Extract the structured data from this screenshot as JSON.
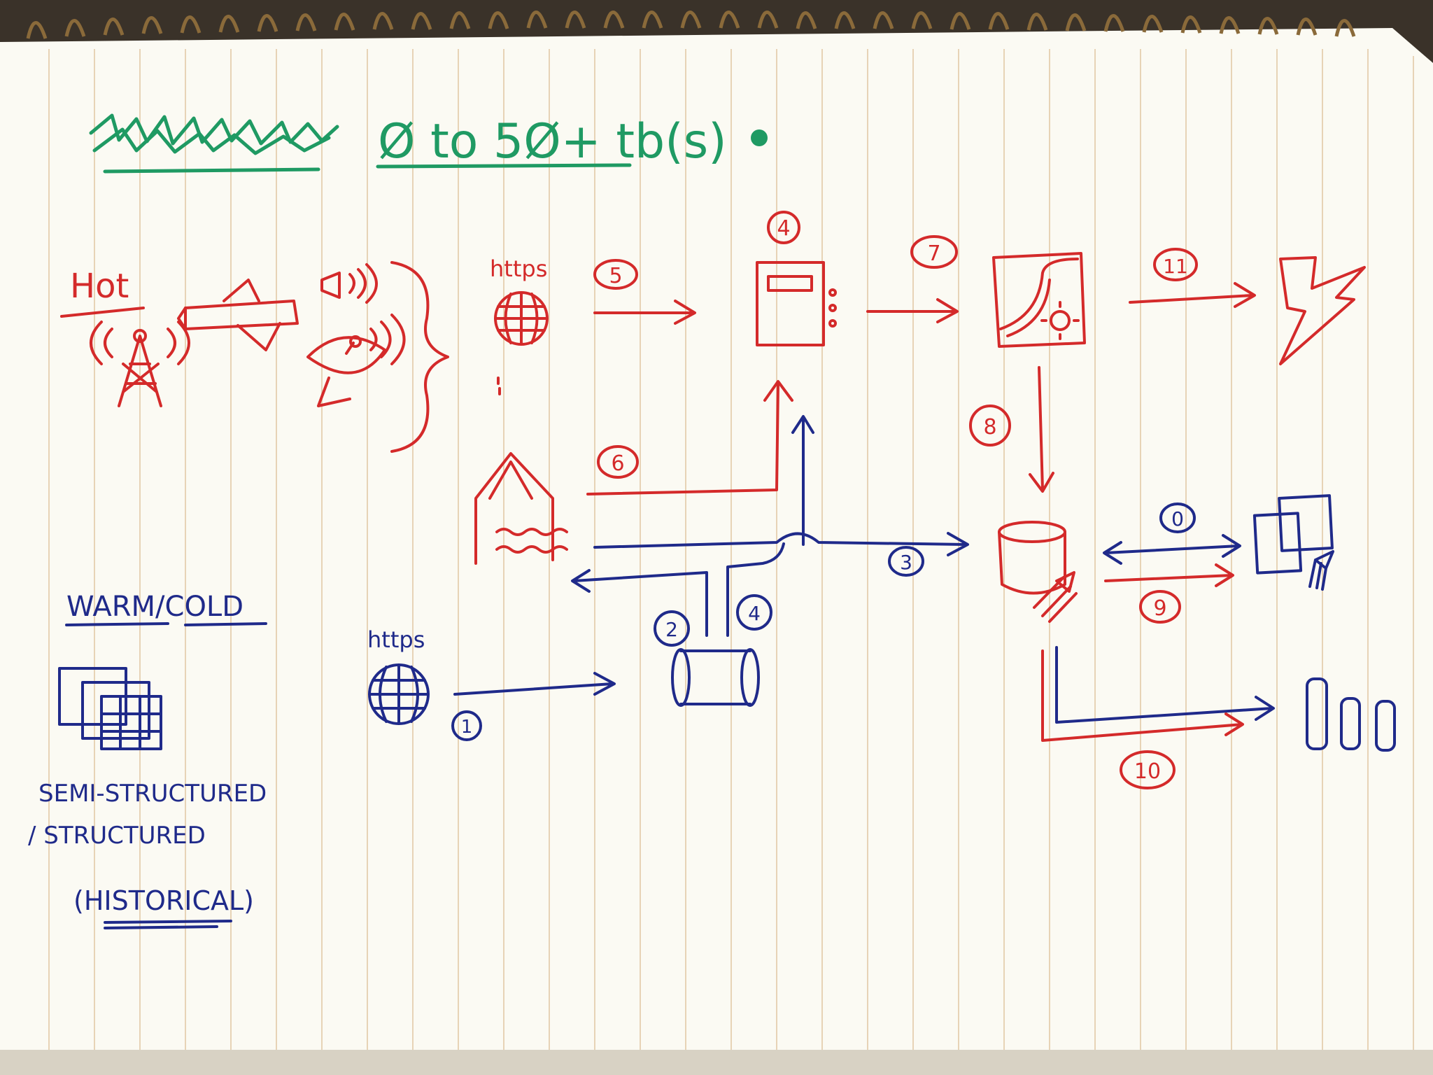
{
  "title": {
    "main": "Ø to 5Ø+ tb(s)"
  },
  "labels": {
    "hot": "Hot",
    "https_top": "https",
    "https_bottom": "https",
    "warm_cold": "WARM/COLD",
    "semi_structured": "SEMI-STRUCTURED",
    "structured": "/ STRUCTURED",
    "historical": "(HISTORICAL)"
  },
  "steps": {
    "s1": "1",
    "s2": "2",
    "s3": "3",
    "s4a": "4",
    "s4b": "4",
    "s5": "5",
    "s6": "6",
    "s7": "7",
    "s8": "8",
    "s9": "9",
    "s10": "10",
    "s11": "11",
    "s0": "0"
  },
  "colors": {
    "red": "#d42a2a",
    "blue": "#1f2a8a",
    "green": "#1f9a63",
    "paper": "#fbfaf3"
  }
}
